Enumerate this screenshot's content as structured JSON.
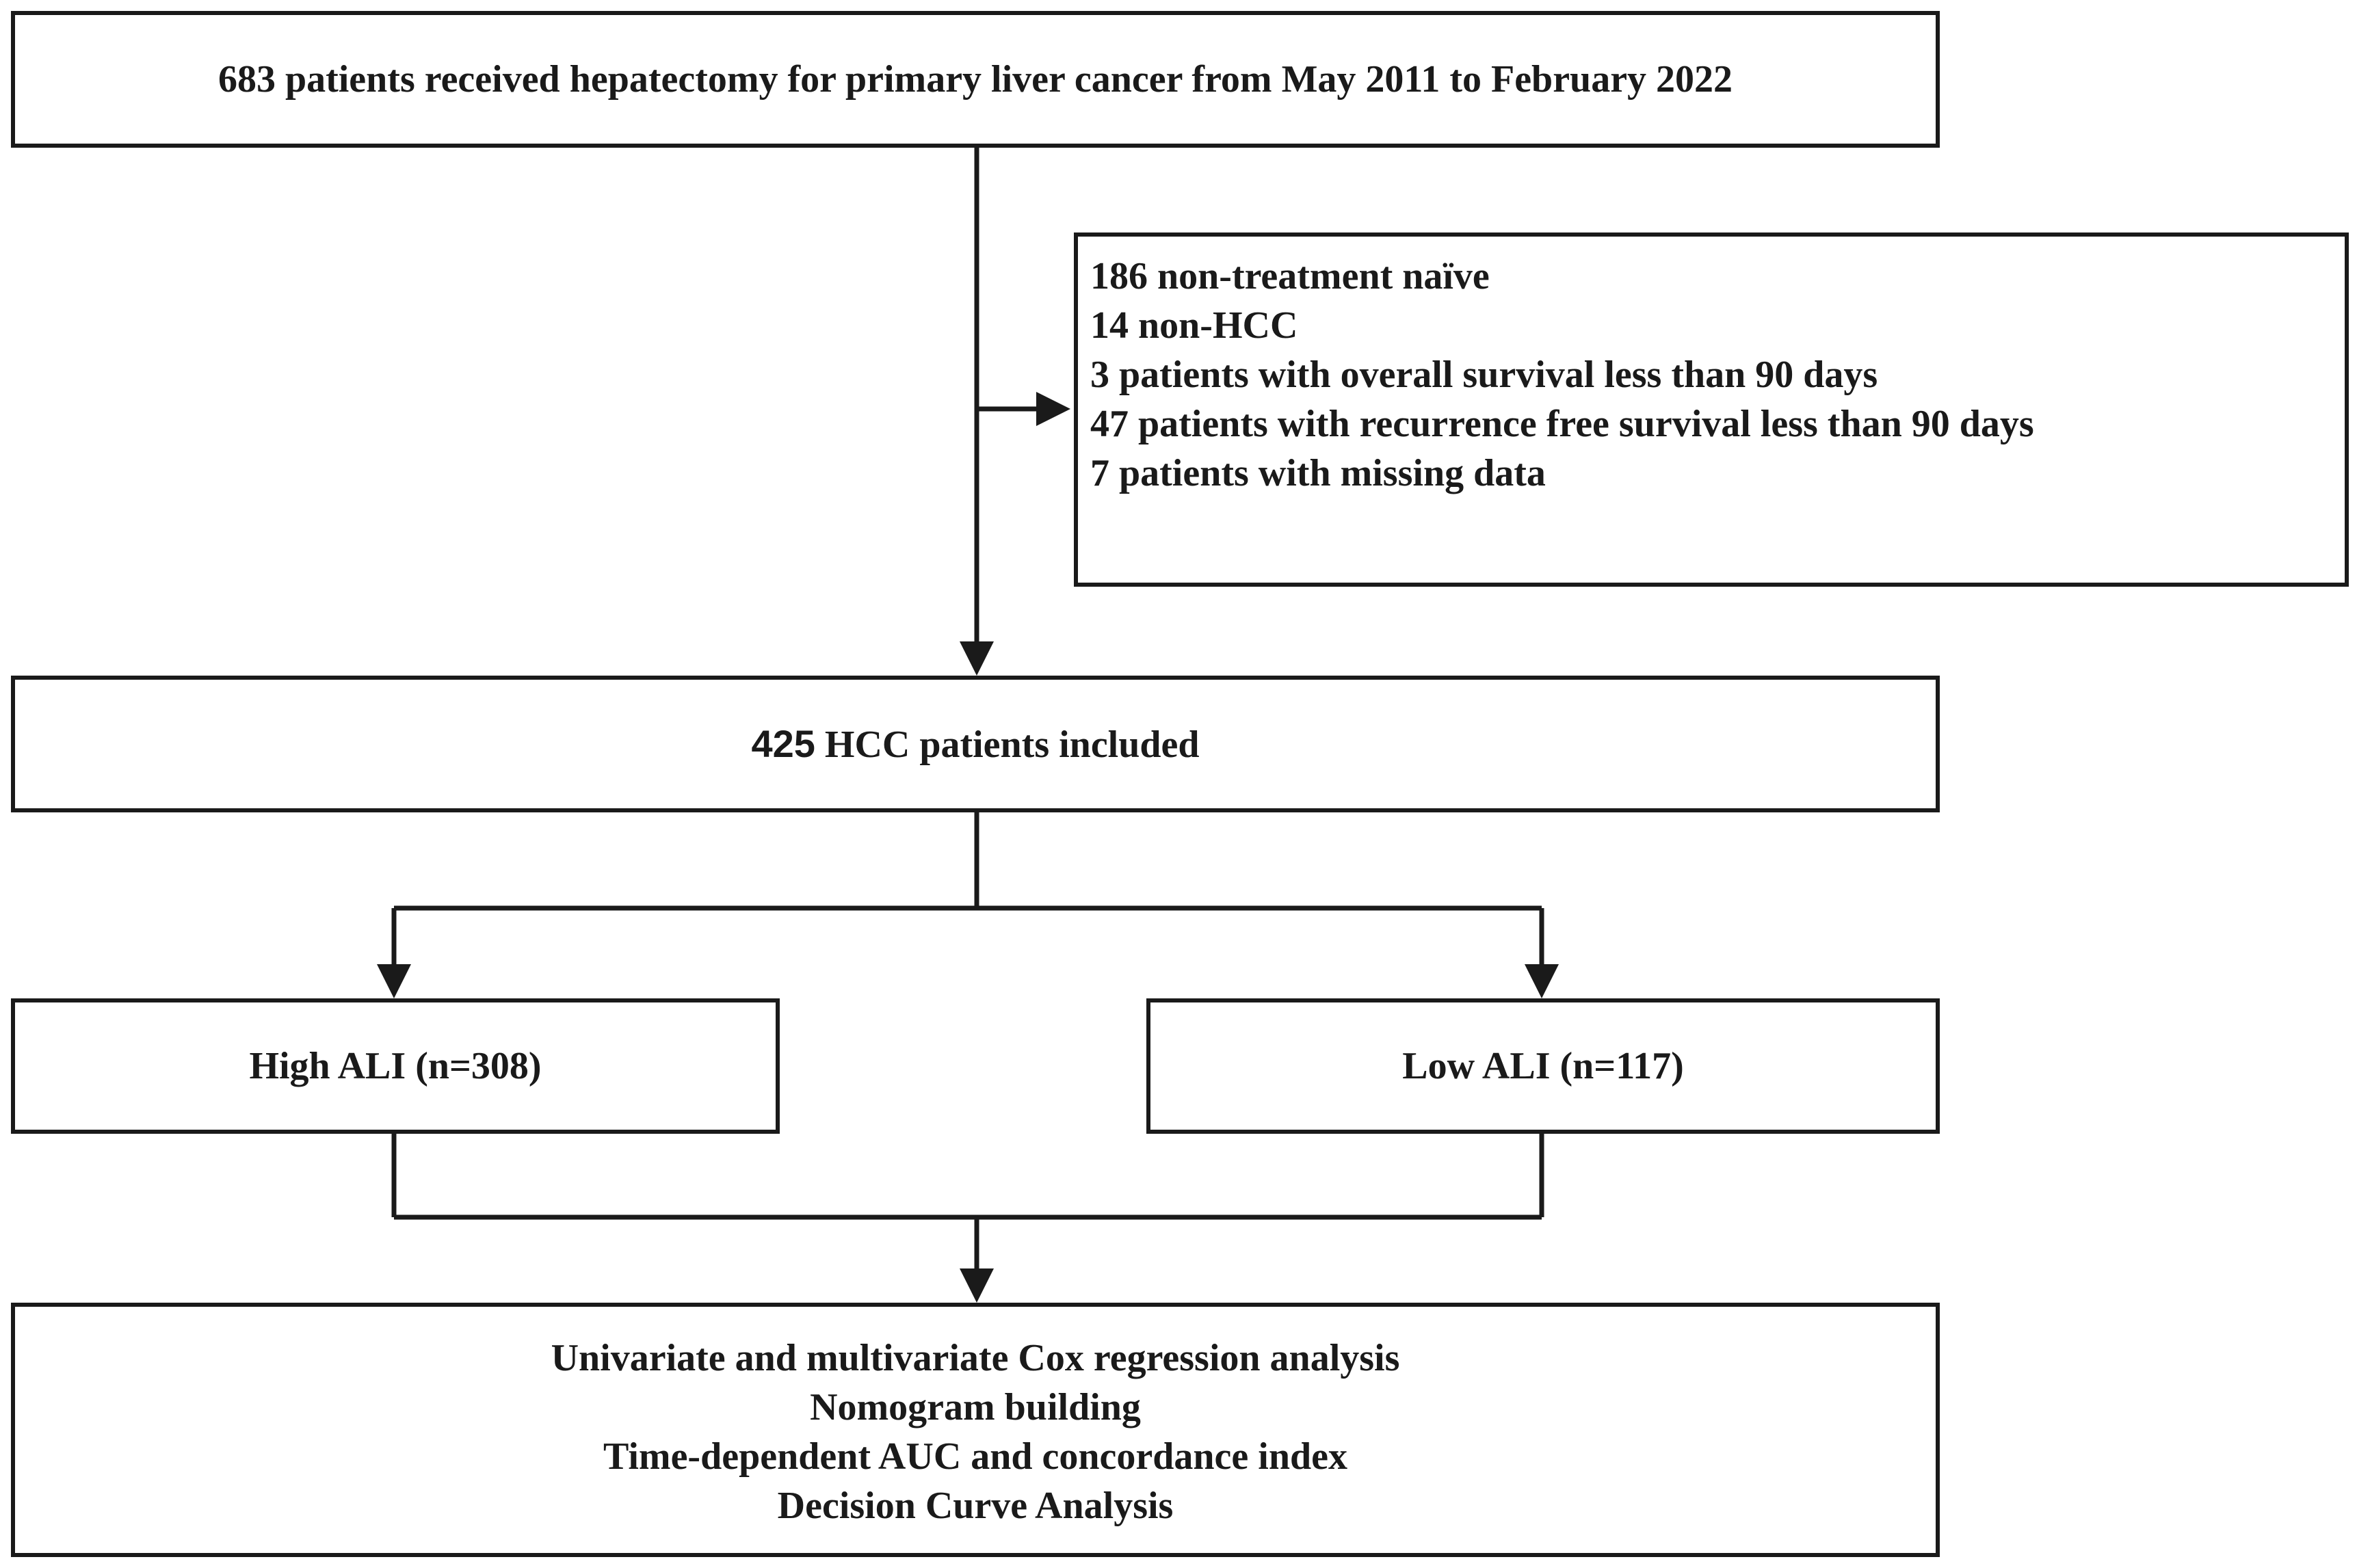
{
  "flowchart": {
    "start": "683 patients received hepatectomy for primary liver cancer from May 2011 to February 2022",
    "exclusions": [
      "186 non-treatment naïve",
      "14 non-HCC",
      "3 patients with overall survival less than 90 days",
      "47 patients with recurrence free survival less than 90 days",
      "7 patients with missing data"
    ],
    "included": {
      "count": "425",
      "text": " HCC patients included"
    },
    "groups": {
      "high": "High ALI (n=308)",
      "low": "Low ALI (n=117)"
    },
    "analyses": [
      "Univariate and multivariate Cox regression analysis",
      "Nomogram building",
      "Time-dependent AUC and concordance index",
      "Decision Curve Analysis"
    ]
  },
  "colors": {
    "stroke": "#1a1a1a",
    "background": "#ffffff"
  }
}
